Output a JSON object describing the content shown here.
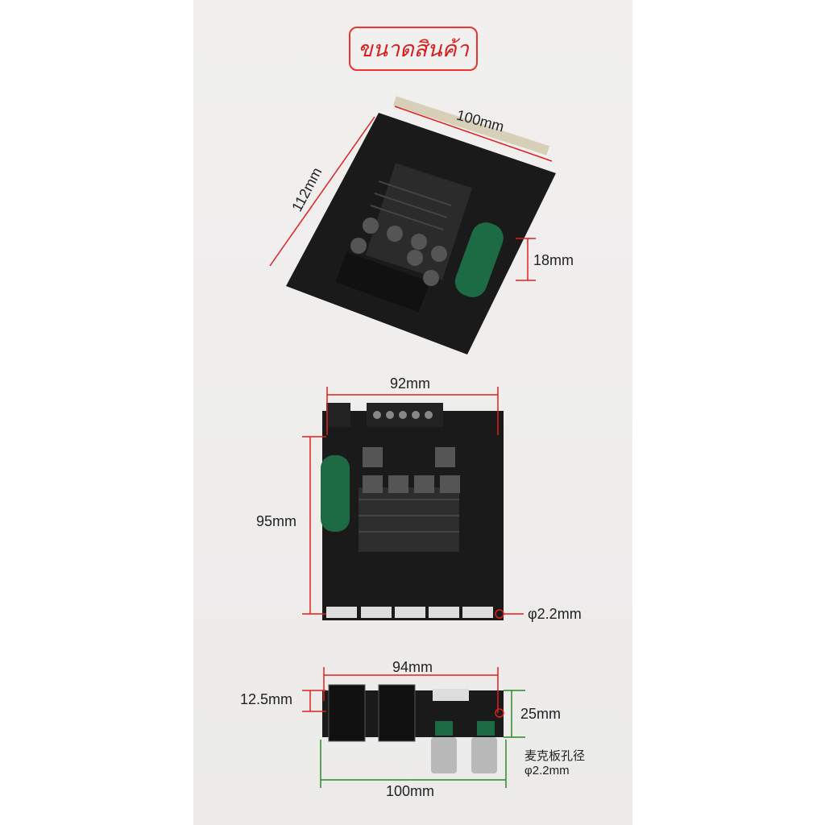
{
  "title": "ขนาดสินค้า",
  "views": {
    "top": {
      "width_label": "100mm",
      "depth_label": "112mm",
      "height_label": "18mm"
    },
    "front": {
      "width_label": "92mm",
      "height_label": "95mm",
      "hole_label": "φ2.2mm"
    },
    "mic_board": {
      "hole_spacing_label": "94mm",
      "jack_pitch_label": "12.5mm",
      "height_label": "25mm",
      "width_label": "100mm",
      "note_line1": "麦克板孔径",
      "note_line2": "φ2.2mm"
    }
  },
  "colors": {
    "accent": "#e02020",
    "green": "#2a8a2a",
    "board": "#1a1a1a"
  }
}
